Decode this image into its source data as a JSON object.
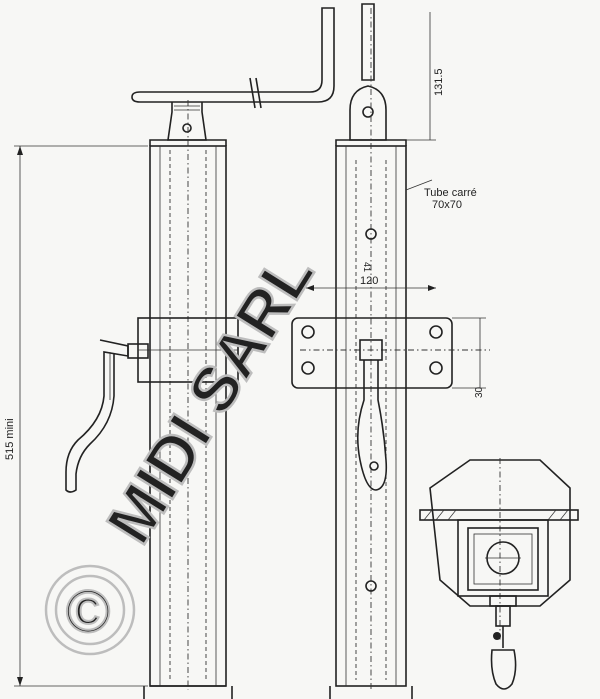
{
  "drawing": {
    "dim_height": "515 mini",
    "dim_top": "131.5",
    "tube_label_line1": "Tube carré",
    "tube_label_line2": "70x70",
    "dim_width": "120",
    "dim_small": "30",
    "dim_side": "41"
  },
  "watermark": {
    "text": "MIDI SARL",
    "symbol": "©"
  }
}
